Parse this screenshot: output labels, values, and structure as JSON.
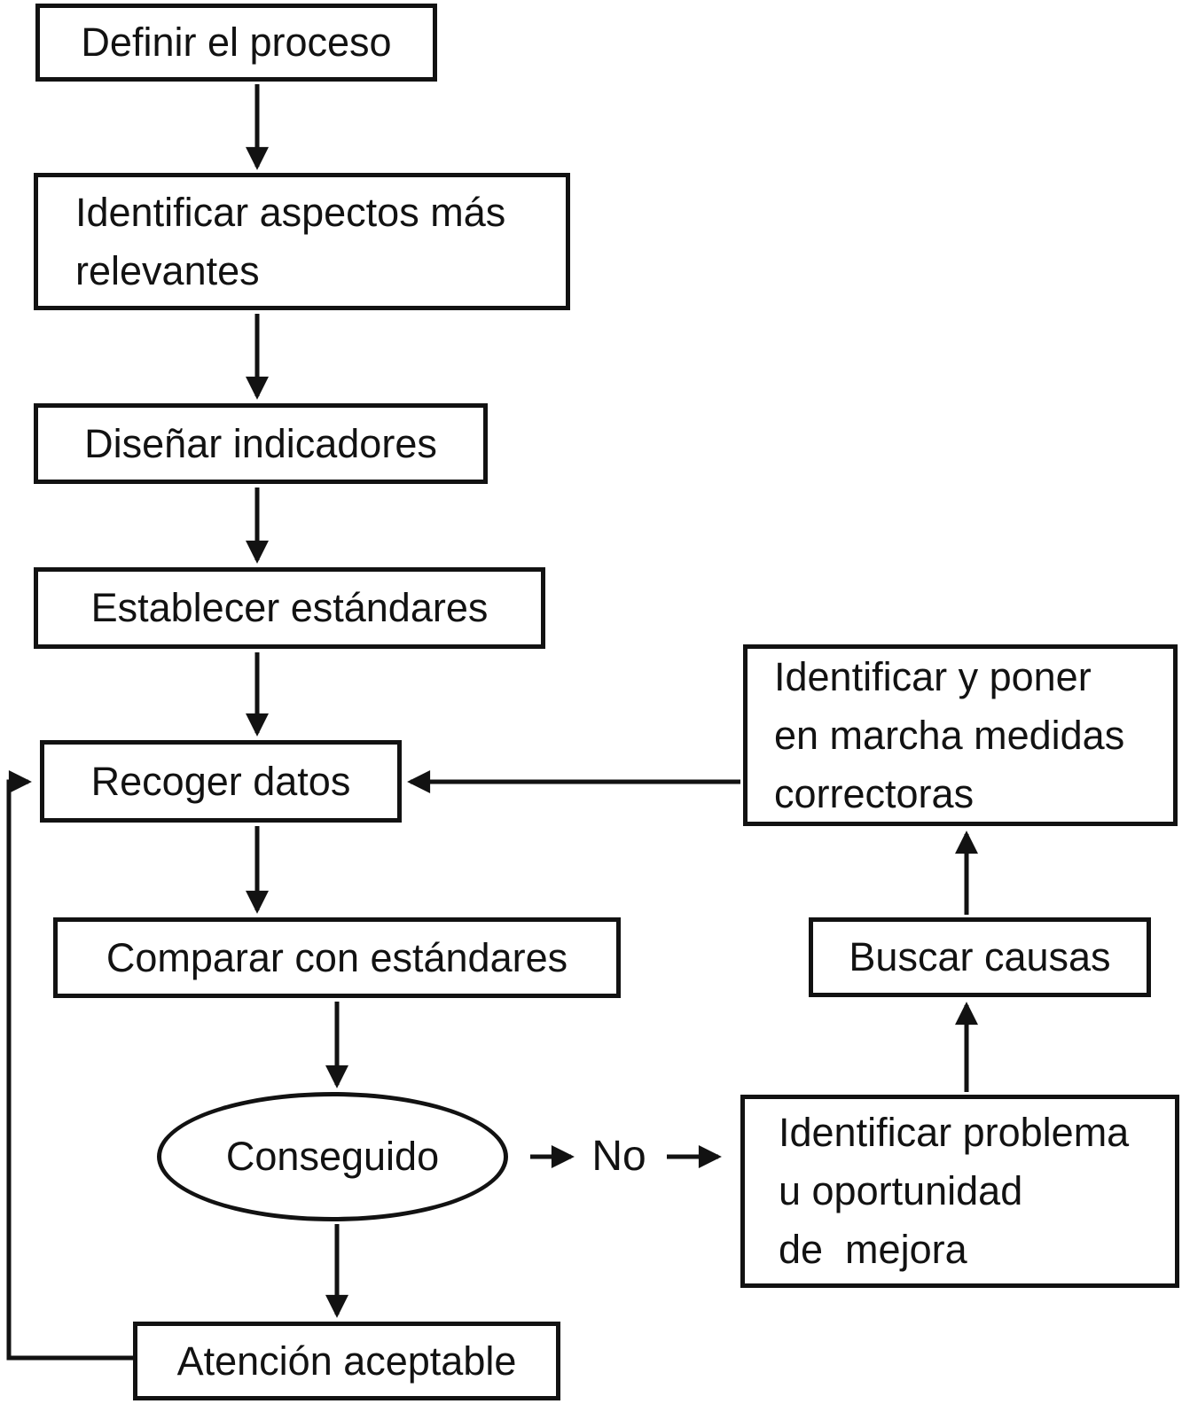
{
  "diagram": {
    "background_color": "#ffffff",
    "stroke_color": "#121212",
    "nodes": {
      "definir": {
        "label": "Definir el proceso",
        "shape": "rect"
      },
      "aspectos": {
        "label": "Identificar aspectos más\nrelevantes",
        "shape": "rect"
      },
      "disenar": {
        "label": "Diseñar indicadores",
        "shape": "rect"
      },
      "establecer": {
        "label": "Establecer estándares",
        "shape": "rect"
      },
      "recoger": {
        "label": "Recoger datos",
        "shape": "rect"
      },
      "comparar": {
        "label": "Comparar con estándares",
        "shape": "rect"
      },
      "conseguido": {
        "label": "Conseguido",
        "shape": "ellipse"
      },
      "atencion": {
        "label": "Atención aceptable",
        "shape": "rect"
      },
      "medidas": {
        "label": "Identificar y poner\nen marcha medidas\ncorrectoras",
        "shape": "rect"
      },
      "buscar": {
        "label": "Buscar causas",
        "shape": "rect"
      },
      "problema": {
        "label": "Identificar problema\nu oportunidad\nde  mejora",
        "shape": "rect"
      }
    },
    "edge_labels": {
      "no": "No"
    },
    "edges": [
      {
        "from": "definir",
        "to": "aspectos"
      },
      {
        "from": "aspectos",
        "to": "disenar"
      },
      {
        "from": "disenar",
        "to": "establecer"
      },
      {
        "from": "establecer",
        "to": "recoger"
      },
      {
        "from": "recoger",
        "to": "comparar"
      },
      {
        "from": "comparar",
        "to": "conseguido"
      },
      {
        "from": "conseguido",
        "to": "problema",
        "label": "No"
      },
      {
        "from": "problema",
        "to": "buscar"
      },
      {
        "from": "buscar",
        "to": "medidas"
      },
      {
        "from": "medidas",
        "to": "recoger"
      },
      {
        "from": "conseguido",
        "to": "atencion"
      },
      {
        "from": "atencion",
        "to": "recoger"
      }
    ]
  }
}
